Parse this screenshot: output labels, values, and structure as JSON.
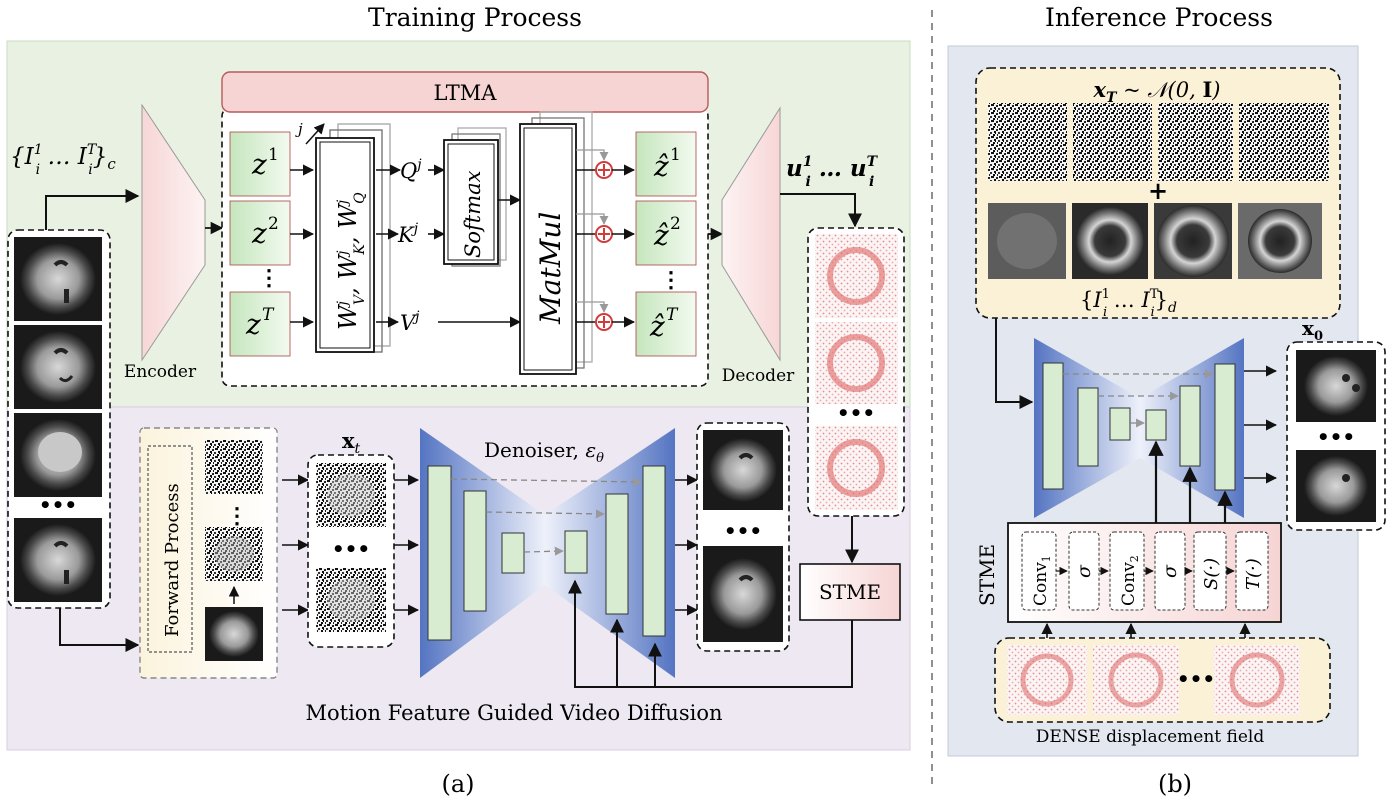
{
  "titles": {
    "training": "Training Process",
    "inference": "Inference Process",
    "caption_a": "(a)",
    "caption_b": "(b)"
  },
  "training": {
    "input_set": "{I_i^1 … I_i^T}_c",
    "encoder": "Encoder",
    "decoder": "Decoder",
    "ltma": {
      "title": "LTMA",
      "z_in": [
        "z^1",
        "z^2",
        "z^T"
      ],
      "z_out": [
        "ẑ^1",
        "ẑ^2",
        "ẑ^T"
      ],
      "weights": "W_V^j, W_K^j, W_Q^j",
      "head_index": "j",
      "q": "Q^j",
      "k": "K^j",
      "v": "V^j",
      "softmax": "Softmax",
      "matmul": "MatMul"
    },
    "motion_output": "u_i^1 … u_i^T",
    "forward_process": "Forward Process",
    "xt": "x_t",
    "denoiser": "Denoiser, ε_θ",
    "stme": "STME",
    "bottom_title": "Motion Feature Guided Video Diffusion"
  },
  "inference": {
    "noise": "x_T ~ 𝒩(0, I)",
    "plus": "+",
    "cond_set": "{I_i^1 … I_i^T}_d",
    "x0": "x_0",
    "stme": "STME",
    "stme_ops": [
      "Conv_1",
      "σ",
      "Conv_2",
      "σ",
      "S(·)",
      "T(·)"
    ],
    "dense": "DENSE displacement field"
  },
  "ellipsis": "•••",
  "colors": {
    "panel_green": "#e9f1e3",
    "panel_purple": "#ede8f1",
    "panel_blue": "#e3e7ef",
    "panel_cream": "#fbf1d6",
    "ltma_header": "#f6d4d4",
    "block_green": "#d7ecd0",
    "unet_blue": "#5b7bc6",
    "adder": "#d23b3b"
  }
}
